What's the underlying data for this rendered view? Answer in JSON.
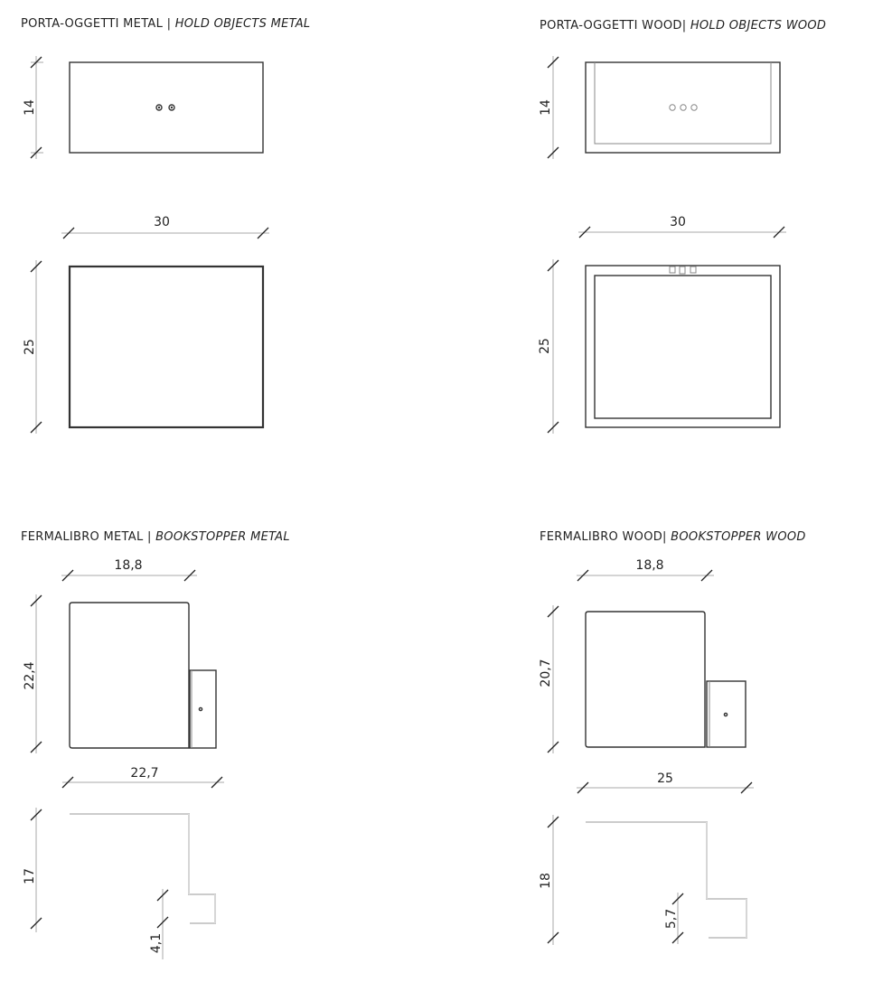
{
  "panels": [
    {
      "title": "PORTA-OGGETTI METAL | ",
      "title_italic": "HOLD OBJECTS METAL",
      "dims": {
        "front_height": "14",
        "width": "30",
        "depth": "25"
      }
    },
    {
      "title": "PORTA-OGGETTI  WOOD| ",
      "title_italic": "HOLD OBJECTS WOOD",
      "dims": {
        "front_height": "14",
        "width": "30",
        "depth": "25"
      }
    },
    {
      "title": "FERMALIBRO METAL | ",
      "title_italic": "BOOKSTOPPER METAL",
      "dims": {
        "top_width": "18,8",
        "front_height": "22,4",
        "side_width": "22,7",
        "side_height": "17",
        "lip_height": "4,1"
      }
    },
    {
      "title": "FERMALIBRO WOOD| ",
      "title_italic": "BOOKSTOPPER WOOD",
      "dims": {
        "top_width": "18,8",
        "front_height": "20,7",
        "side_width": "25",
        "side_height": "18",
        "lip_height": "5,7"
      }
    }
  ]
}
